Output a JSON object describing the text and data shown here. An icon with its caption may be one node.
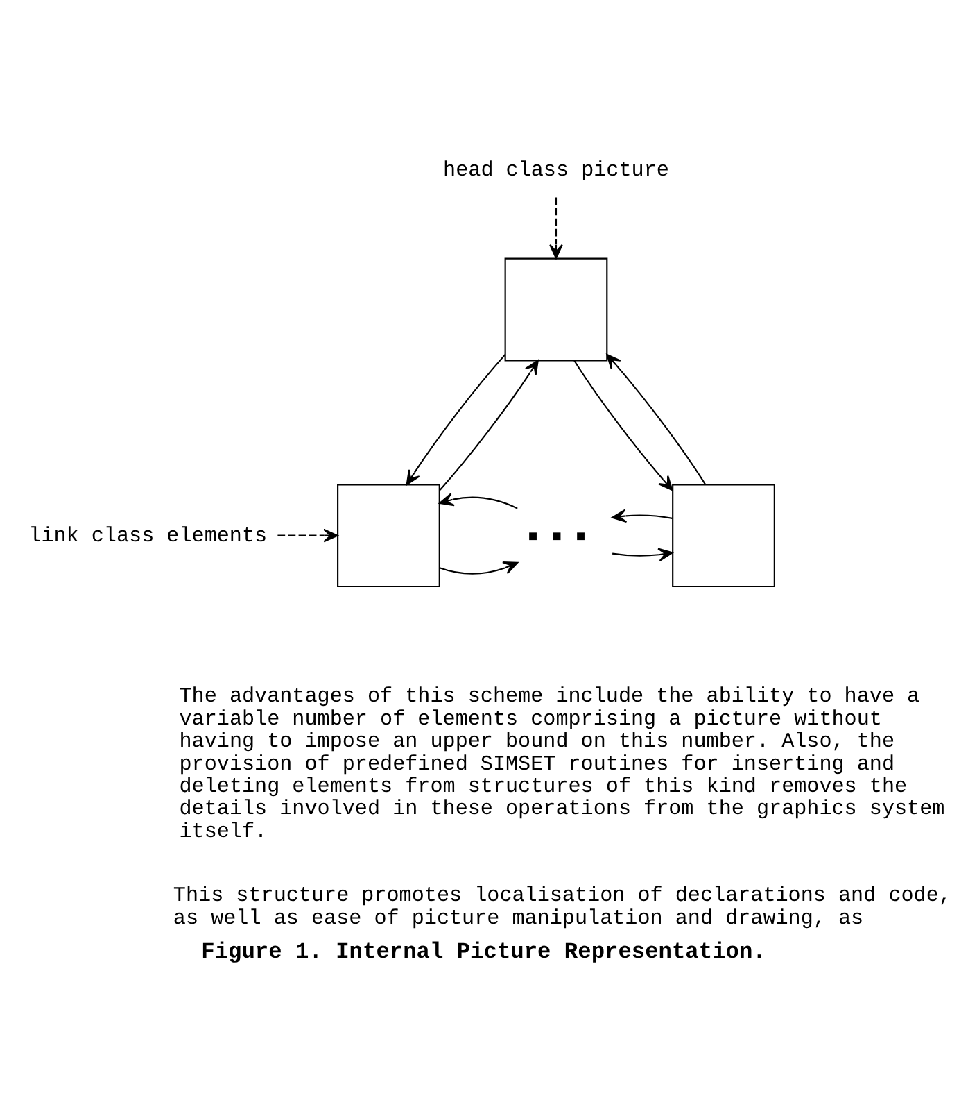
{
  "diagram": {
    "caption": "Figure 1. Internal Picture Representation.",
    "nodes": [
      {
        "text": [
          "head class picture"
        ]
      },
      {
        "text": [],
        "shape": "box"
      },
      {
        "text": [
          "link class elements"
        ]
      },
      {
        "text": [],
        "shape": "box"
      },
      {
        "text": [],
        "shape": "dots"
      },
      {
        "text": [],
        "shape": "box"
      }
    ],
    "edges": [
      {
        "from": 0,
        "to": 1,
        "arrow": "to",
        "style": "dashed"
      },
      {
        "from": 2,
        "to": 3,
        "arrow": "to",
        "style": "dashed"
      },
      {
        "from": 3,
        "to": 1,
        "arrow": "to"
      },
      {
        "from": 1,
        "to": 3,
        "arrow": "to"
      },
      {
        "from": 1,
        "to": 5,
        "arrow": "to"
      },
      {
        "from": 5,
        "to": 1,
        "arrow": "to"
      },
      {
        "from": 3,
        "to": 4,
        "arrow": "to"
      },
      {
        "from": 4,
        "to": 3,
        "arrow": "to"
      },
      {
        "from": 4,
        "to": 5,
        "arrow": "to"
      },
      {
        "from": 5,
        "to": 4,
        "arrow": "to"
      }
    ],
    "labels": [
      "The advantages of this scheme include the ability to have a variable number of elements comprising a picture without having to impose an upper bound on this number. Also, the provision of predefined SIMSET routines for inserting and deleting elements from structures of this kind removes the details involved in these operations from the graphics system itself.",
      "This structure promotes localisation of declarations and code, as well as ease of picture manipulation and drawing, as"
    ]
  }
}
